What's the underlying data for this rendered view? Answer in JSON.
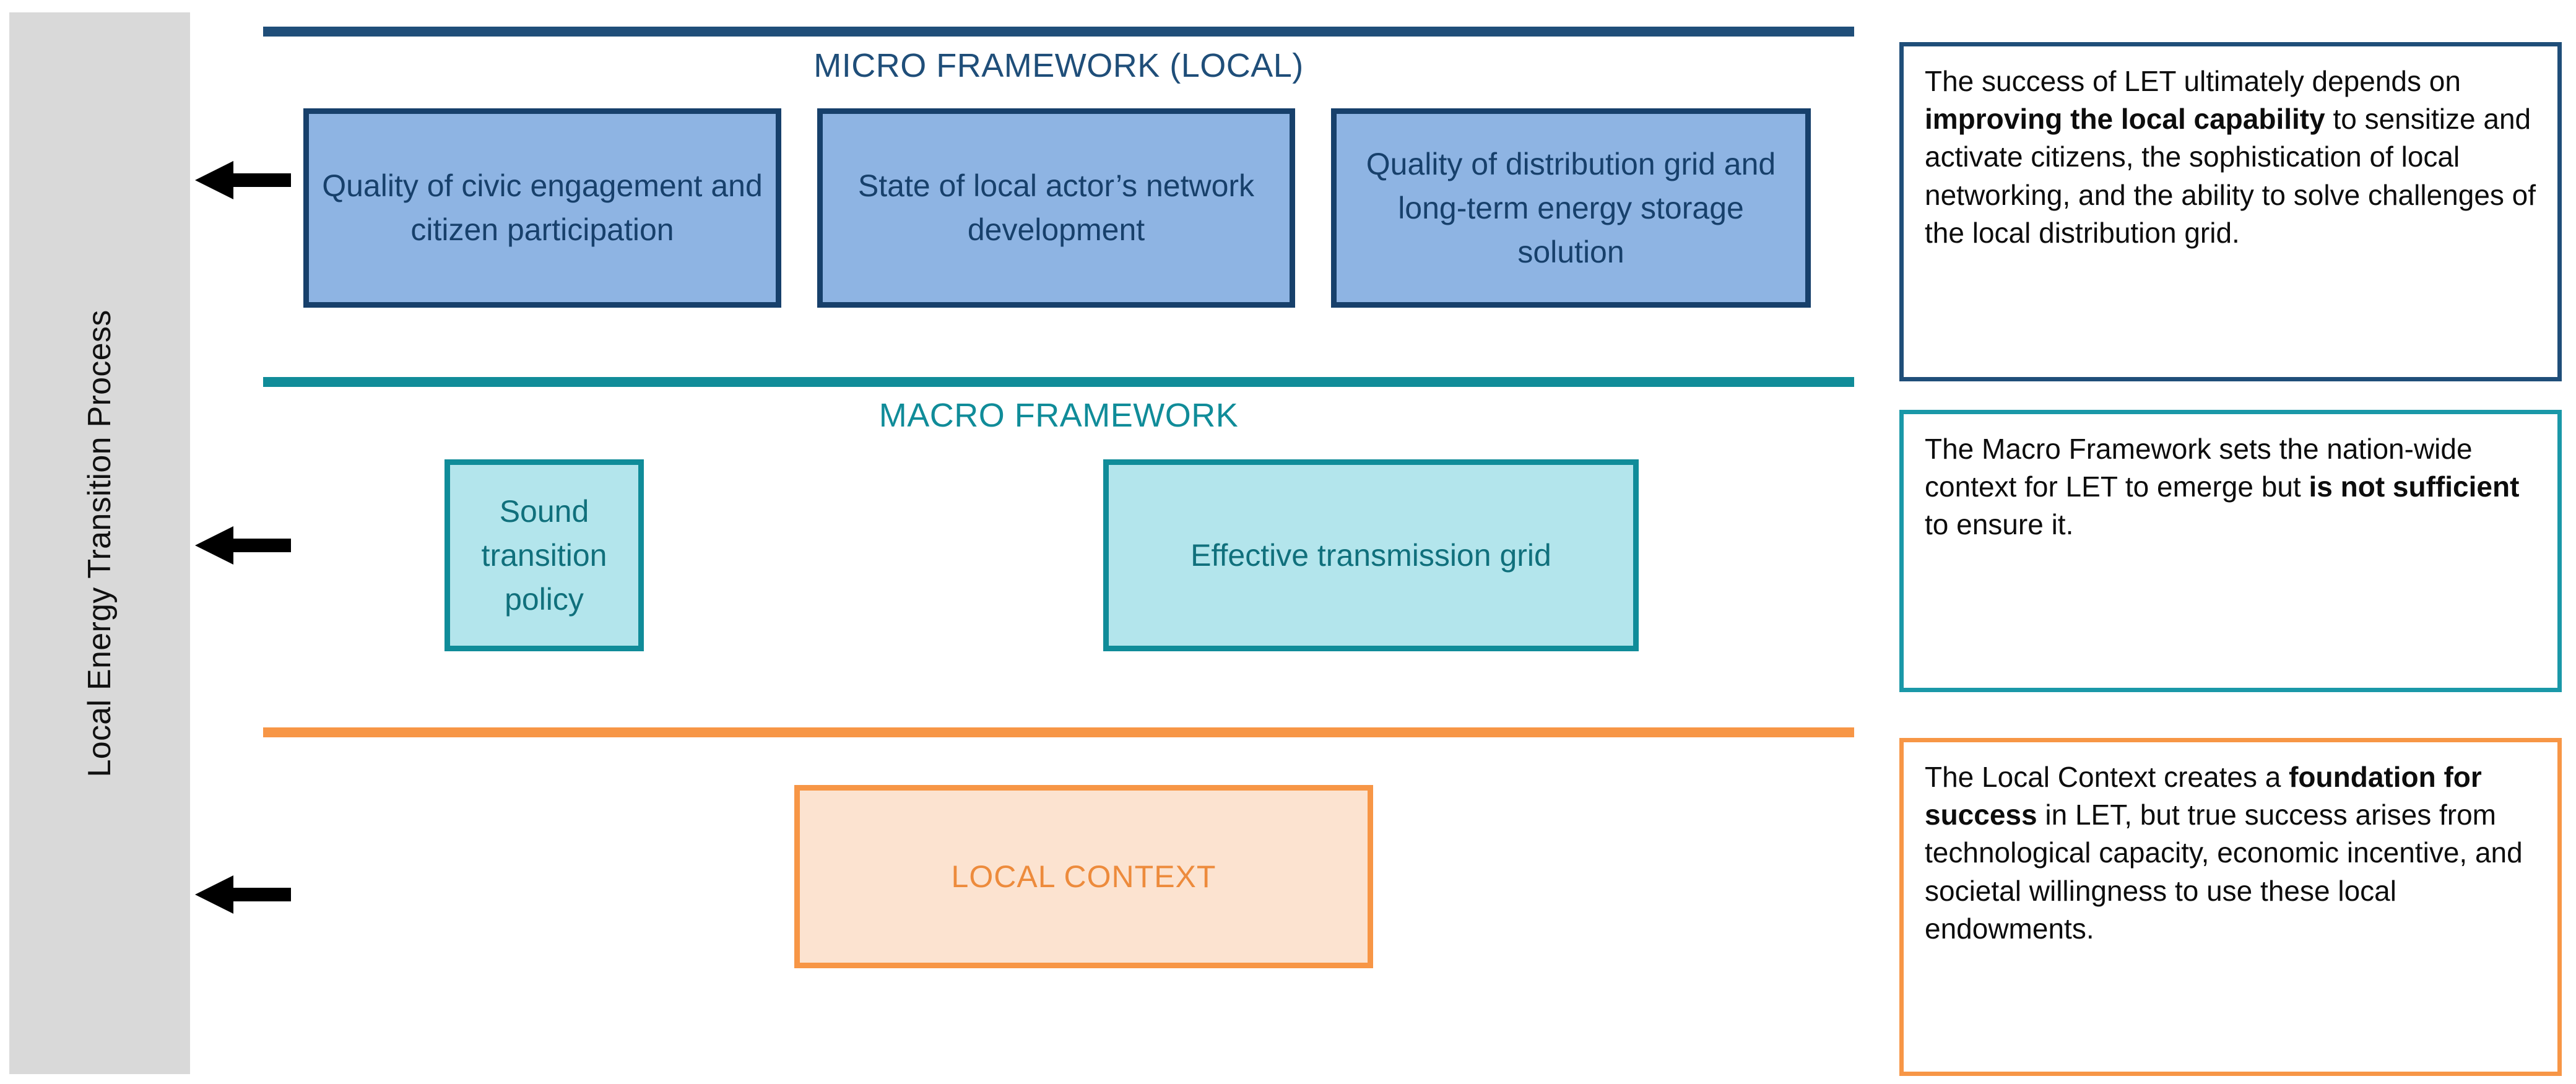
{
  "diagram": {
    "process_axis": {
      "label": "Local Energy Transition Process",
      "arrows": [
        "arrow-micro",
        "arrow-macro",
        "arrow-local"
      ]
    },
    "colors": {
      "micro_accent": "#1F4E79",
      "micro_fill": "#8EB4E3",
      "macro_accent": "#108C99",
      "macro_fill": "#B3E5EC",
      "local_accent": "#F79646",
      "local_fill": "#FCE3D0",
      "panel_gray": "#D9D9D9"
    },
    "sections": [
      {
        "id": "micro",
        "title": "MICRO FRAMEWORK (LOCAL)",
        "boxes": [
          {
            "label": "Quality of civic engagement and citizen participation"
          },
          {
            "label": "State of local actor’s network development"
          },
          {
            "label": "Quality of distribution grid and long-term energy  storage solution"
          }
        ],
        "note": {
          "before": "The success of LET ultimately depends on ",
          "bold": "improving the local capability",
          "after": " to sensitize and activate citizens, the sophistication of local networking, and the ability to solve challenges of the local distribution grid."
        }
      },
      {
        "id": "macro",
        "title": "MACRO FRAMEWORK",
        "boxes": [
          {
            "label": "Sound transition  policy"
          },
          {
            "label": "Effective  transmission grid"
          }
        ],
        "note": {
          "before": "The Macro Framework sets the nation-wide context for LET to emerge but ",
          "bold": "is not sufficient",
          "after": " to ensure it."
        }
      },
      {
        "id": "local",
        "title": "",
        "boxes": [
          {
            "label": "LOCAL CONTEXT"
          }
        ],
        "note": {
          "before": "The Local Context creates a ",
          "bold": "foundation for success",
          "after": " in LET, but true success arises from technological capacity, economic incentive, and societal willingness to use these local endowments."
        }
      }
    ]
  }
}
